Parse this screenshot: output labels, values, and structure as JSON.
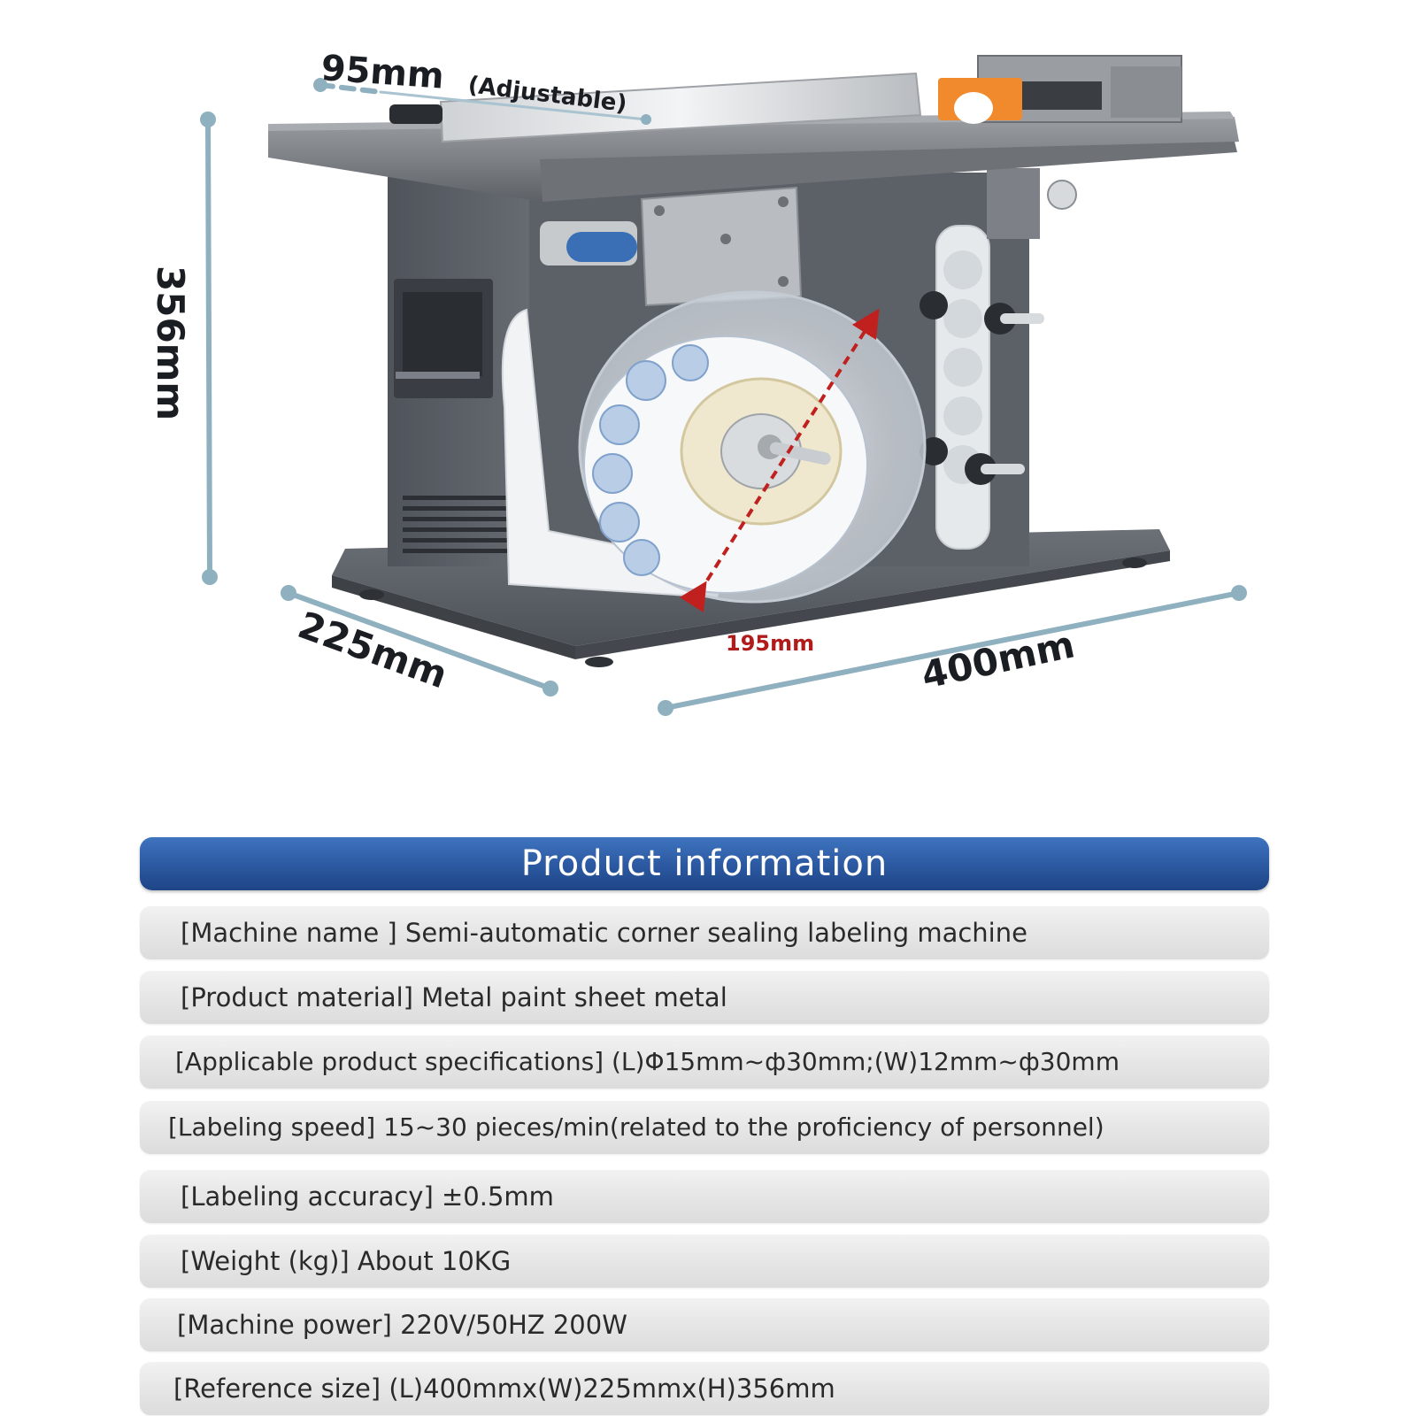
{
  "dimensions": {
    "depth_label": "95mm",
    "depth_note": "(Adjustable)",
    "height_label": "356mm",
    "width_label": "225mm",
    "length_label": "400mm",
    "roll_diameter_label": "195mm"
  },
  "product_info": {
    "header": "Product information",
    "rows": [
      "[Machine name ] Semi-automatic corner sealing labeling machine",
      "[Product material] Metal paint sheet metal",
      "[Applicable product specifications]  (L)Φ15mm~ф30mm;(W)12mm~ф30mm",
      "[Labeling speed] 15~30 pieces/min(related to the proficiency of personnel)",
      "[Labeling accuracy] ±0.5mm",
      "[Weight (kg)] About 10KG",
      "[Machine power] 220V/50HZ 200W",
      "[Reference size] (L)400mmx(W)225mmx(H)356mm"
    ]
  },
  "colors": {
    "header_blue": "#2b58a0",
    "dimension_line": "#8fb0bf",
    "roll_arrow": "#c0201e",
    "machine_body": "#5a5f66"
  }
}
